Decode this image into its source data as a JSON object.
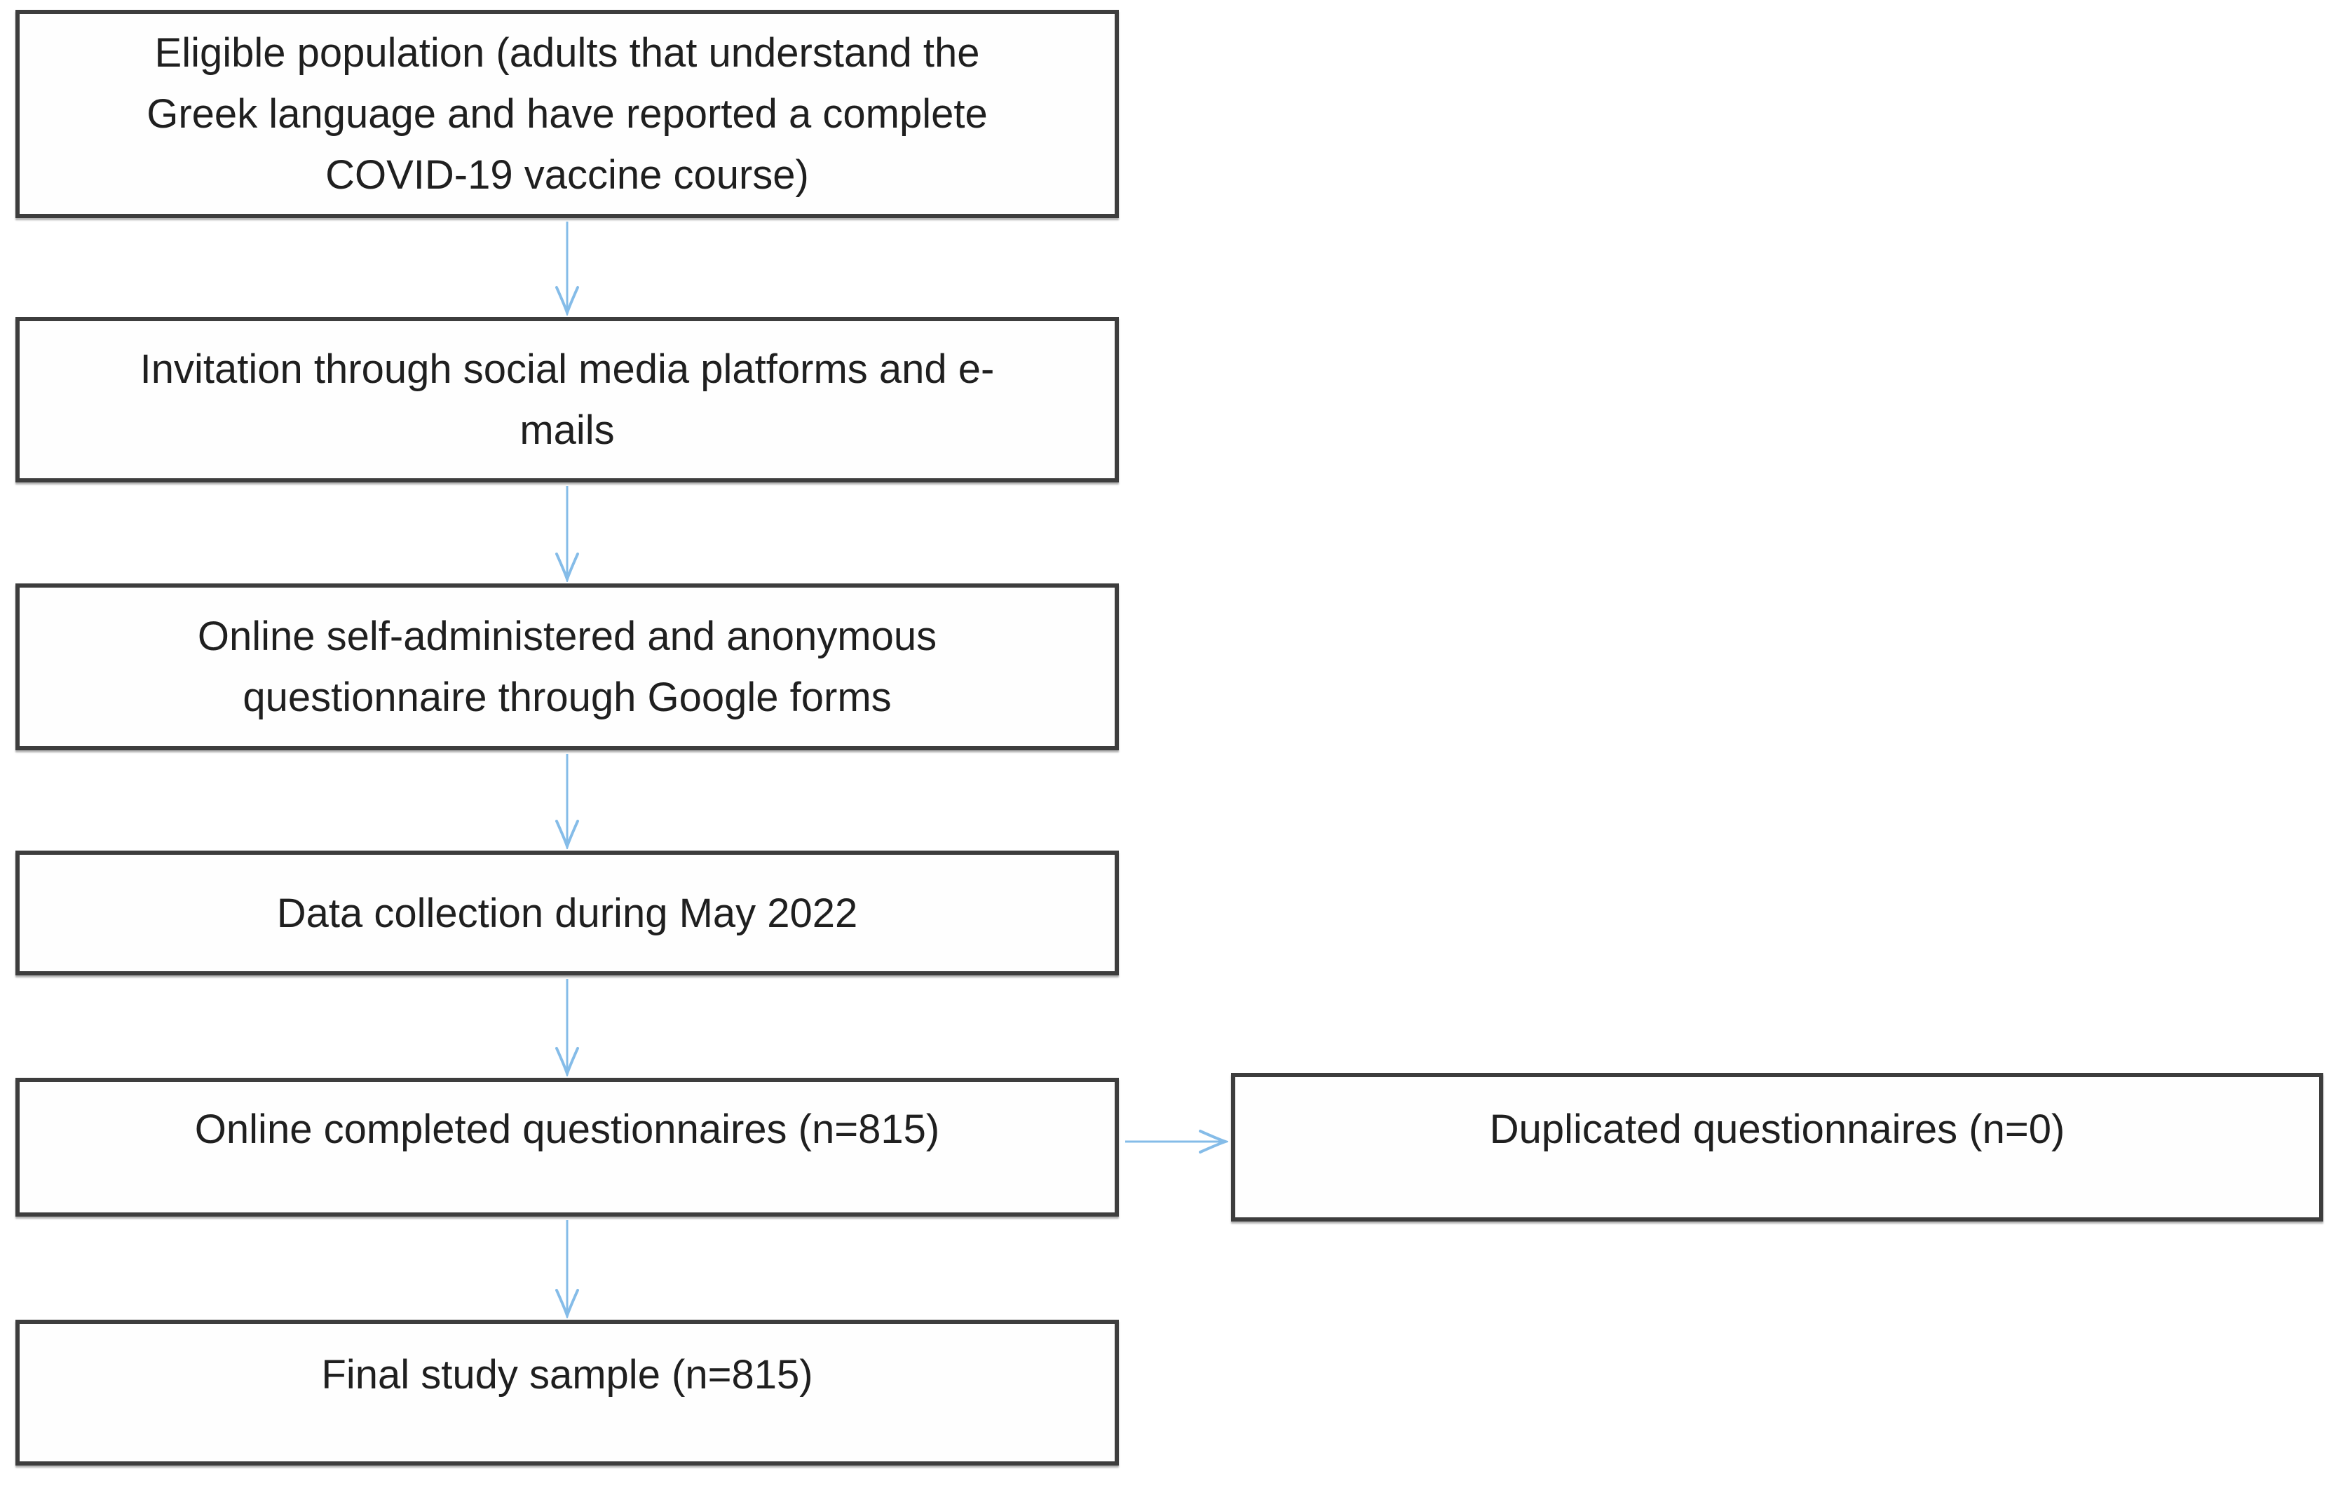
{
  "diagram": {
    "type": "flowchart",
    "nodes": [
      {
        "id": "eligible",
        "label": "Eligible population (adults that understand the\nGreek language and have reported a complete\nCOVID-19 vaccine course)"
      },
      {
        "id": "invitation",
        "label": "Invitation through social media platforms and e-\nmails"
      },
      {
        "id": "questionnaire",
        "label": "Online self-administered and anonymous\nquestionnaire through Google forms"
      },
      {
        "id": "collection",
        "label": "Data collection during May 2022"
      },
      {
        "id": "completed",
        "label": "Online completed questionnaires (n=815)"
      },
      {
        "id": "duplicated",
        "label": "Duplicated questionnaires (n=0)"
      },
      {
        "id": "final",
        "label": "Final study sample (n=815)"
      }
    ],
    "edges": [
      {
        "from": "eligible",
        "to": "invitation",
        "direction": "down"
      },
      {
        "from": "invitation",
        "to": "questionnaire",
        "direction": "down"
      },
      {
        "from": "questionnaire",
        "to": "collection",
        "direction": "down"
      },
      {
        "from": "collection",
        "to": "completed",
        "direction": "down"
      },
      {
        "from": "completed",
        "to": "duplicated",
        "direction": "right"
      },
      {
        "from": "completed",
        "to": "final",
        "direction": "down"
      }
    ],
    "counts": {
      "online_completed_questionnaires": 815,
      "duplicated_questionnaires": 0,
      "final_study_sample": 815
    },
    "colors": {
      "arrow": "#85bce8",
      "box_border": "#3d3d3d",
      "box_fill": "#fefefe",
      "text": "#1f1f1f",
      "background": "#ffffff"
    }
  }
}
